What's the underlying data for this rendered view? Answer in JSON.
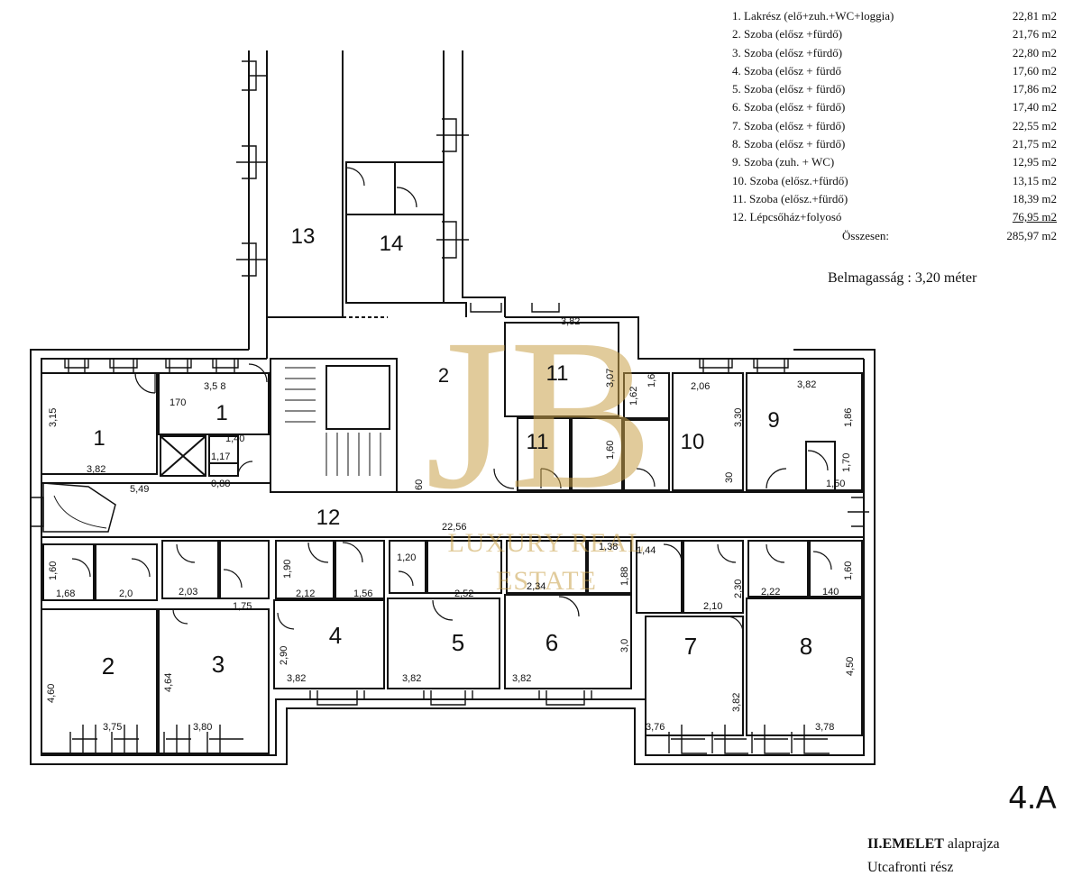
{
  "legend": {
    "rows": [
      {
        "no": "1.",
        "name": "Lakrész (elő+zuh.+WC+loggia)",
        "area": "22,81 m2"
      },
      {
        "no": "2.",
        "name": "Szoba (elősz +fürdő)",
        "area": "21,76 m2"
      },
      {
        "no": "3.",
        "name": "Szoba (elősz +fürdő)",
        "area": "22,80 m2"
      },
      {
        "no": "4.",
        "name": "Szoba (elősz + fürdő",
        "area": "17,60 m2"
      },
      {
        "no": "5.",
        "name": "Szoba (elősz + fürdő)",
        "area": "17,86 m2"
      },
      {
        "no": "6.",
        "name": "Szoba (elősz + fürdő)",
        "area": "17,40 m2"
      },
      {
        "no": "7.",
        "name": "Szoba (elősz + fürdő)",
        "area": "22,55 m2"
      },
      {
        "no": "8.",
        "name": "Szoba (elősz + fürdő)",
        "area": "21,75 m2"
      },
      {
        "no": "9.",
        "name": "Szoba (zuh. + WC)",
        "area": "12,95 m2"
      },
      {
        "no": "10.",
        "name": "Szoba (elősz.+fürdő)",
        "area": "13,15 m2"
      },
      {
        "no": "11.",
        "name": "Szoba (elősz.+fürdő)",
        "area": "18,39 m2"
      },
      {
        "no": "12.",
        "name": "Lépcsőház+folyosó",
        "area": "76,95 m2"
      }
    ],
    "total_label": "Összesen:",
    "total_area": "285,97 m2"
  },
  "ceiling_height": "Belmagasság : 3,20 méter",
  "sheet_number": "4.A",
  "footer": {
    "floor": "II.EMELET",
    "plan_word": "alaprajza",
    "part": "Utcafronti rész"
  },
  "watermark": {
    "monogram": "JB",
    "line1": "LUXURY REAL",
    "line2": "ESTATE",
    "color": "#c9a24a"
  },
  "rooms": {
    "r1a": "1",
    "r1b": "1",
    "r2": "2",
    "r3": "3",
    "r4": "4",
    "r5": "5",
    "r6": "6",
    "r7": "7",
    "r8": "8",
    "r9": "9",
    "r10": "10",
    "r11a": "11",
    "r11b": "11",
    "r12": "12",
    "r13": "13",
    "r14": "14",
    "r12b": "2"
  },
  "dimensions": {
    "d_315": "3,15",
    "d_382a": "3,82",
    "d_358": "3,5 8",
    "d_170a": "170",
    "d_140": "1,40",
    "d_117": "1,17",
    "d_088": "0,88",
    "d_549": "5,49",
    "d_60": "60",
    "d_2256": "22,56",
    "d_160a": "1,60",
    "d_168": "1,68",
    "d_20": "2,0",
    "d_203": "2,03",
    "d_175": "1,75",
    "d_190": "1,90",
    "d_212": "2,12",
    "d_156": "1,56",
    "d_120": "1,20",
    "d_252": "2,52",
    "d_234": "2,34",
    "d_138": "1,38",
    "d_144": "1,44",
    "d_188": "1,88",
    "d_230": "2,30",
    "d_210": "2,10",
    "d_222": "2,22",
    "d_160b": "1,60",
    "d_140b": "140",
    "d_290": "2,90",
    "d_30a": "3,0",
    "d_460": "4,60",
    "d_464": "4,64",
    "d_382b": "3,82",
    "d_382c": "3,82",
    "d_382d": "3,82",
    "d_382e": "3,82",
    "d_450": "4,50",
    "d_375": "3,75",
    "d_380": "3,80",
    "d_376": "3,76",
    "d_378": "3,78",
    "d_382f": "3,82",
    "d_382g": "3,82",
    "d_186": "1,86",
    "d_170b": "1,70",
    "d_150": "1,50",
    "d_330": "3,30",
    "d_206": "2,06",
    "d_30b": "30",
    "d_307": "3,07",
    "d_162": "1,62",
    "d_16": "1,6",
    "d_160c": "1,60",
    "d_382h": "3,82"
  }
}
